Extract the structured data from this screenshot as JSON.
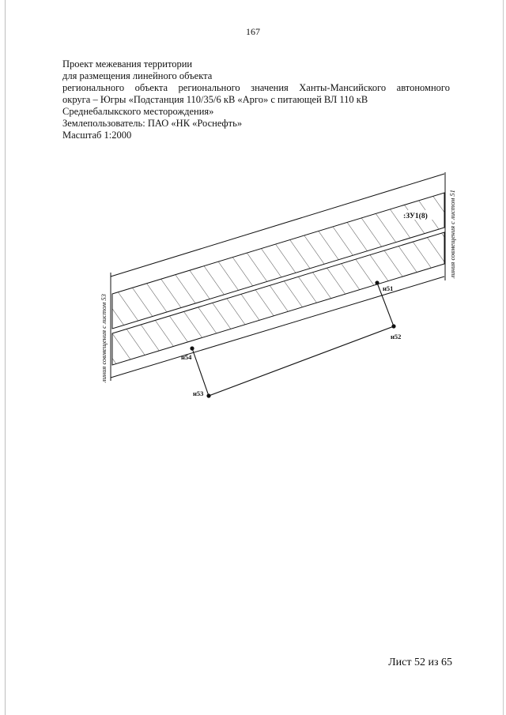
{
  "page_number": "167",
  "header": {
    "line1": "Проект межевания территории",
    "line2": "для размещения линейного объекта",
    "line3_words": [
      "регионального",
      "объекта",
      "регионального",
      "значения",
      "Ханты-Мансийского",
      "автономного"
    ],
    "line4": "округа – Югры «Подстанция 110/35/6 кВ «Арго» с питающей ВЛ 110 кВ",
    "line5": "Среднебалыкского месторождения»",
    "line6": "Землепользователь: ПАО «НК «Роснефть»",
    "line7": "Масштаб 1:2000"
  },
  "drawing": {
    "parcel_label": ":ЗУ1(8)",
    "left_match_line": "линия совмещения с листом 53",
    "right_match_line": "линия совмещения с листом 51",
    "points": [
      "н51",
      "н52",
      "н53",
      "н54"
    ]
  },
  "sheet_label": "Лист 52 из 65"
}
